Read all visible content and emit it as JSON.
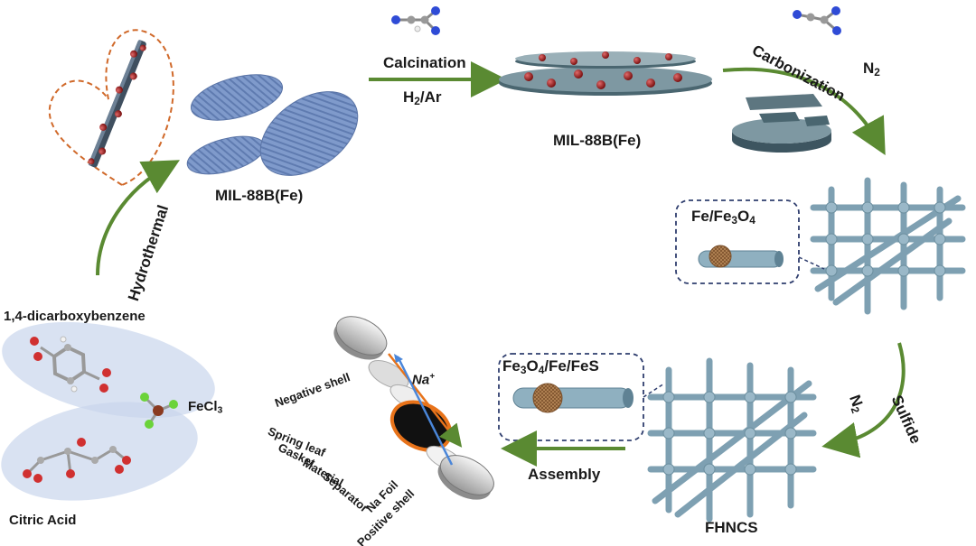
{
  "labels": {
    "mil88b_top": "MIL-88B(Fe)",
    "mil88b_plate": "MIL-88B(Fe)",
    "hydrothermal": "Hydrothermal",
    "calcination": "Calcination",
    "h2ar_main": "H",
    "h2ar_sub": "2",
    "h2ar_tail": "/Ar",
    "carbonization": "Carbonization",
    "n2_top_main": "N",
    "n2_top_sub": "2",
    "fe_fe3o4_a": "Fe/Fe",
    "fe_fe3o4_sub": "3",
    "fe_fe3o4_b": "O",
    "fe_fe3o4_sub2": "4",
    "n2_right_main": "N",
    "n2_right_sub": "2",
    "sulfide": "Sulfide",
    "fhncs": "FHNCS",
    "fe3o4_fe_fes_a": "Fe",
    "fe3o4_fe_fes_sub": "3",
    "fe3o4_fe_fes_b": "O",
    "fe3o4_fe_fes_sub2": "4",
    "fe3o4_fe_fes_c": "/Fe/FeS",
    "assembly": "Assembly",
    "dicarboxybenzene": "1,4-dicarboxybenzene",
    "fecl3_main": "FeCl",
    "fecl3_sub": "3",
    "citric_acid": "Citric Acid",
    "na_plus_main": "Na",
    "na_plus_sup": "+",
    "negative_shell": "Negative shell",
    "spring_leaf": "Spring leaf",
    "gasket": "Gasket",
    "material": "Material",
    "separator": "Separator",
    "na_foil": "Na Foil",
    "positive_shell": "Positive shell"
  },
  "colors": {
    "arrow_green": "#5a8a32",
    "mof_blue": "#7b97c4",
    "carbon_slate": "#4a6670",
    "lattice_blue": "#9ab8c8",
    "particle_red": "#8a2020",
    "dashed_orange": "#d0692a",
    "dashed_navy": "#2f3e6e",
    "na_orange": "#e8731a"
  }
}
